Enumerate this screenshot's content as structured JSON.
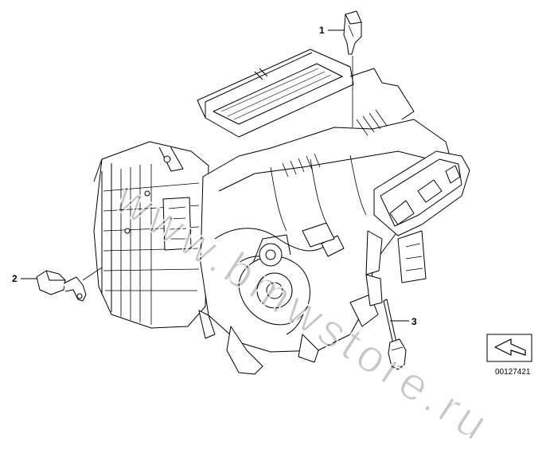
{
  "callouts": [
    {
      "label": "1"
    },
    {
      "label": "2"
    },
    {
      "label": "3"
    }
  ],
  "watermark": "www.bmwstore.ru",
  "picture_number": "00127421",
  "icons": {
    "orientation_arrow": "arrow-turn-icon"
  },
  "colors": {
    "line": "#000000",
    "background": "#ffffff"
  }
}
